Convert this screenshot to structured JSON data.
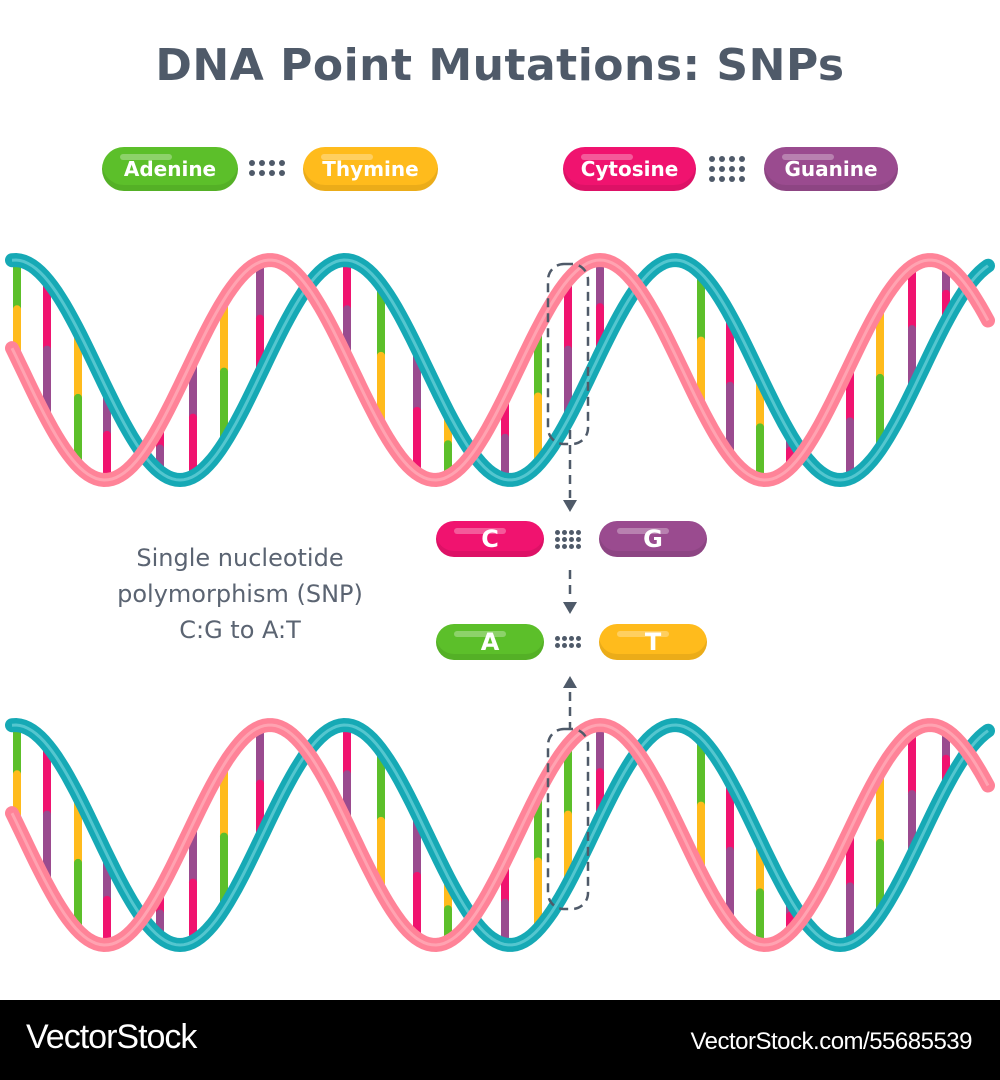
{
  "title": "DNA Point Mutations: SNPs",
  "legend": {
    "pairs": [
      {
        "left": {
          "label": "Adenine",
          "color": "#5cbf2a"
        },
        "right": {
          "label": "Thymine",
          "color": "#ffbb1c"
        },
        "bond": "double-hydrogen-bond-dots"
      },
      {
        "left": {
          "label": "Cytosine",
          "color": "#f0136f"
        },
        "right": {
          "label": "Guanine",
          "color": "#9a4b8f"
        },
        "bond": "triple-hydrogen-bond-dots"
      }
    ]
  },
  "mutation": {
    "description_lines": [
      "Single nucleotide",
      "polymorphism (SNP)",
      "C:G to A:T"
    ],
    "original_pair": {
      "left": "C",
      "right": "G",
      "left_color": "#f0136f",
      "right_color": "#9a4b8f"
    },
    "mutated_pair": {
      "left": "A",
      "right": "T",
      "left_color": "#5cbf2a",
      "right_color": "#ffbb1c"
    }
  },
  "colors": {
    "strand_teal": "#16a9b5",
    "strand_pink": "#ff8398",
    "text": "#4f5a69",
    "adenine": "#5cbf2a",
    "thymine": "#ffbb1c",
    "cytosine": "#f0136f",
    "guanine": "#9a4b8f"
  },
  "helices": [
    {
      "name": "original-dna",
      "highlighted_pair": "C:G"
    },
    {
      "name": "mutated-dna",
      "highlighted_pair": "A:T"
    }
  ],
  "footer": {
    "brand": "VectorStock",
    "url": "VectorStock.com/55685539"
  }
}
